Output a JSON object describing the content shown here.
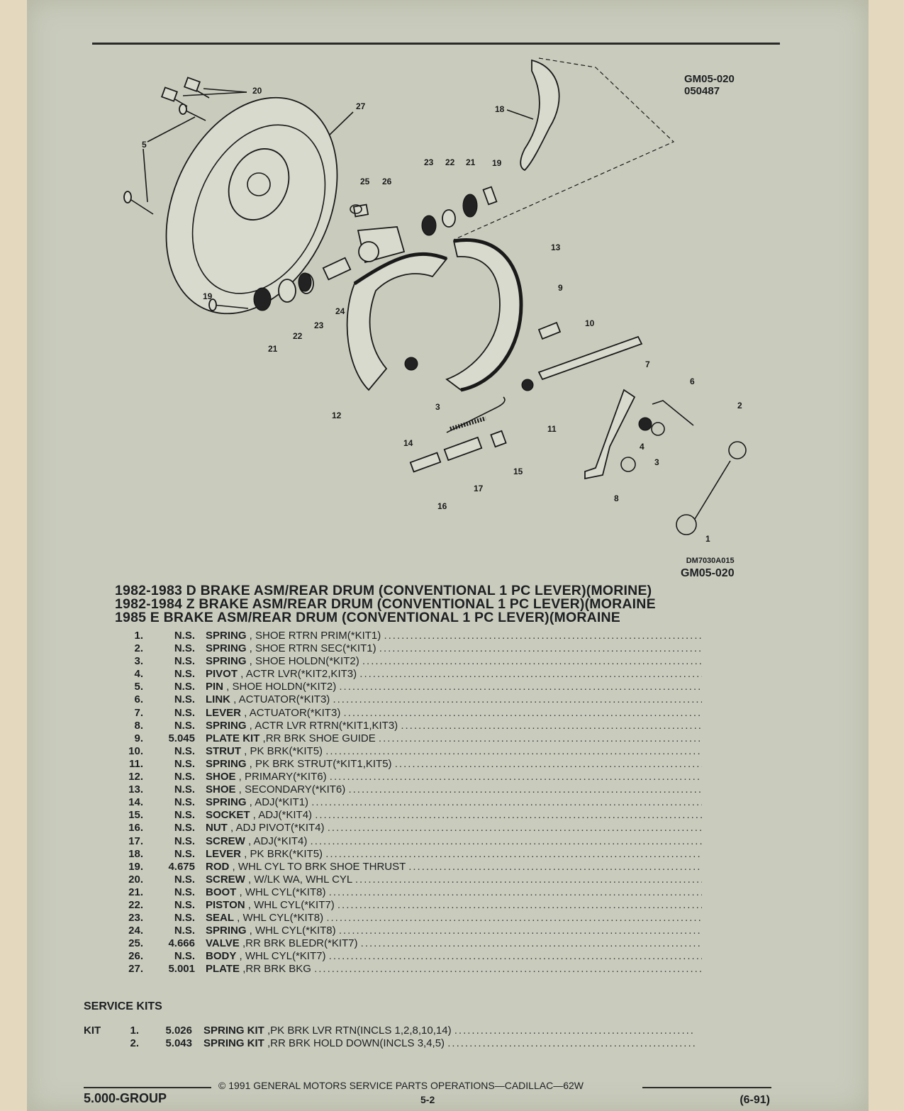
{
  "figure": {
    "code_top": "GM05-020",
    "code_top_sub": "050487",
    "code_bottom_small": "DM7030A015",
    "code_bottom": "GM05-020",
    "callouts": [
      "20",
      "27",
      "5",
      "18",
      "23",
      "22",
      "21",
      "19",
      "25",
      "26",
      "13",
      "9",
      "10",
      "19",
      "22",
      "23",
      "24",
      "21",
      "3",
      "7",
      "6",
      "2",
      "11",
      "12",
      "14",
      "4",
      "3",
      "15",
      "17",
      "8",
      "16",
      "1"
    ]
  },
  "titles": [
    "1982-1983 D BRAKE ASM/REAR DRUM (CONVENTIONAL 1 PC LEVER)(MORINE)",
    "1982-1984 Z BRAKE ASM/REAR DRUM (CONVENTIONAL 1 PC LEVER)(MORAINE",
    "1985 E BRAKE ASM/REAR DRUM (CONVENTIONAL 1 PC LEVER)(MORAINE"
  ],
  "parts": [
    {
      "num": "1.",
      "code": "N.S.",
      "name": "SPRING",
      "desc": " , SHOE RTRN PRIM(*KIT1)"
    },
    {
      "num": "2.",
      "code": "N.S.",
      "name": "SPRING",
      "desc": " , SHOE RTRN SEC(*KIT1)"
    },
    {
      "num": "3.",
      "code": "N.S.",
      "name": "SPRING",
      "desc": " , SHOE HOLDN(*KIT2)"
    },
    {
      "num": "4.",
      "code": "N.S.",
      "name": "PIVOT",
      "desc": " , ACTR LVR(*KIT2,KIT3)"
    },
    {
      "num": "5.",
      "code": "N.S.",
      "name": "PIN",
      "desc": " , SHOE HOLDN(*KIT2)"
    },
    {
      "num": "6.",
      "code": "N.S.",
      "name": "LINK",
      "desc": " , ACTUATOR(*KIT3)"
    },
    {
      "num": "7.",
      "code": "N.S.",
      "name": "LEVER",
      "desc": " , ACTUATOR(*KIT3)"
    },
    {
      "num": "8.",
      "code": "N.S.",
      "name": "SPRING",
      "desc": " , ACTR LVR RTRN(*KIT1,KIT3)"
    },
    {
      "num": "9.",
      "code": "5.045",
      "name": "PLATE KIT",
      "desc": " ,RR BRK SHOE GUIDE"
    },
    {
      "num": "10.",
      "code": "N.S.",
      "name": "STRUT",
      "desc": " , PK BRK(*KIT5)"
    },
    {
      "num": "11.",
      "code": "N.S.",
      "name": "SPRING",
      "desc": " , PK BRK STRUT(*KIT1,KIT5)"
    },
    {
      "num": "12.",
      "code": "N.S.",
      "name": "SHOE",
      "desc": " , PRIMARY(*KIT6)"
    },
    {
      "num": "13.",
      "code": "N.S.",
      "name": "SHOE",
      "desc": " , SECONDARY(*KIT6)"
    },
    {
      "num": "14.",
      "code": "N.S.",
      "name": "SPRING",
      "desc": " , ADJ(*KIT1)"
    },
    {
      "num": "15.",
      "code": "N.S.",
      "name": "SOCKET",
      "desc": " , ADJ(*KIT4)"
    },
    {
      "num": "16.",
      "code": "N.S.",
      "name": "NUT",
      "desc": " , ADJ PIVOT(*KIT4)"
    },
    {
      "num": "17.",
      "code": "N.S.",
      "name": "SCREW",
      "desc": " , ADJ(*KIT4)"
    },
    {
      "num": "18.",
      "code": "N.S.",
      "name": "LEVER",
      "desc": " , PK BRK(*KIT5)"
    },
    {
      "num": "19.",
      "code": "4.675",
      "name": "ROD",
      "desc": " , WHL CYL TO BRK SHOE THRUST"
    },
    {
      "num": "20.",
      "code": "N.S.",
      "name": "SCREW",
      "desc": " , W/LK WA, WHL CYL"
    },
    {
      "num": "21.",
      "code": "N.S.",
      "name": "BOOT",
      "desc": " , WHL CYL(*KIT8)"
    },
    {
      "num": "22.",
      "code": "N.S.",
      "name": "PISTON",
      "desc": " , WHL CYL(*KIT7)"
    },
    {
      "num": "23.",
      "code": "N.S.",
      "name": "SEAL",
      "desc": " , WHL CYL(*KIT8)"
    },
    {
      "num": "24.",
      "code": "N.S.",
      "name": "SPRING",
      "desc": " , WHL CYL(*KIT8)"
    },
    {
      "num": "25.",
      "code": "4.666",
      "name": "VALVE",
      "desc": " ,RR BRK BLEDR(*KIT7)"
    },
    {
      "num": "26.",
      "code": "N.S.",
      "name": "BODY",
      "desc": " , WHL CYL(*KIT7)"
    },
    {
      "num": "27.",
      "code": "5.001",
      "name": "PLATE",
      "desc": " ,RR BRK BKG"
    }
  ],
  "service_kits": {
    "heading": "SERVICE KITS",
    "label": "KIT",
    "items": [
      {
        "num": "1.",
        "code": "5.026",
        "name": "SPRING KIT",
        "desc": " ,PK BRK LVR RTN(INCLS 1,2,8,10,14)"
      },
      {
        "num": "2.",
        "code": "5.043",
        "name": "SPRING KIT",
        "desc": " ,RR BRK HOLD DOWN(INCLS 3,4,5)"
      }
    ]
  },
  "footer": {
    "copyright": "© 1991 GENERAL MOTORS SERVICE PARTS OPERATIONS—CADILLAC—62W",
    "group": "5.000-GROUP",
    "page": "5-2",
    "date": "(6-91)"
  },
  "leader": "............................................................................................................................"
}
